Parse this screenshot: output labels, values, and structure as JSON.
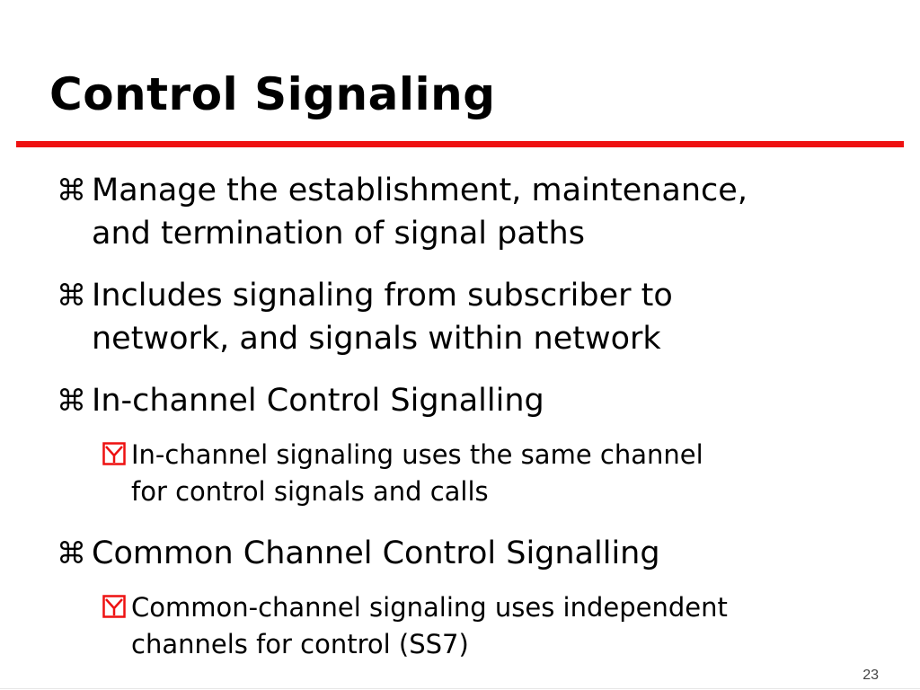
{
  "slide": {
    "title": "Control Signaling",
    "page_number": "23",
    "accent_color": "#ee1111"
  },
  "bullets": [
    {
      "level": 1,
      "glyph": "⌘",
      "line1": "Manage the establishment, maintenance,",
      "line2": "and termination of signal paths"
    },
    {
      "level": 1,
      "glyph": "⌘",
      "line1": "Includes signaling from subscriber to",
      "line2": "network, and signals within network"
    },
    {
      "level": 1,
      "glyph": "⌘",
      "line1": "In-channel Control Signalling",
      "line2": ""
    },
    {
      "level": 2,
      "glyph": "checkbox-icon",
      "line1": "In-channel signaling uses the same channel",
      "line2": "for control signals and calls"
    },
    {
      "level": 1,
      "glyph": "⌘",
      "line1": "Common Channel Control Signalling",
      "line2": ""
    },
    {
      "level": 2,
      "glyph": "checkbox-icon",
      "line1": "Common-channel signaling uses independent",
      "line2": "channels for control (SS7)"
    }
  ]
}
